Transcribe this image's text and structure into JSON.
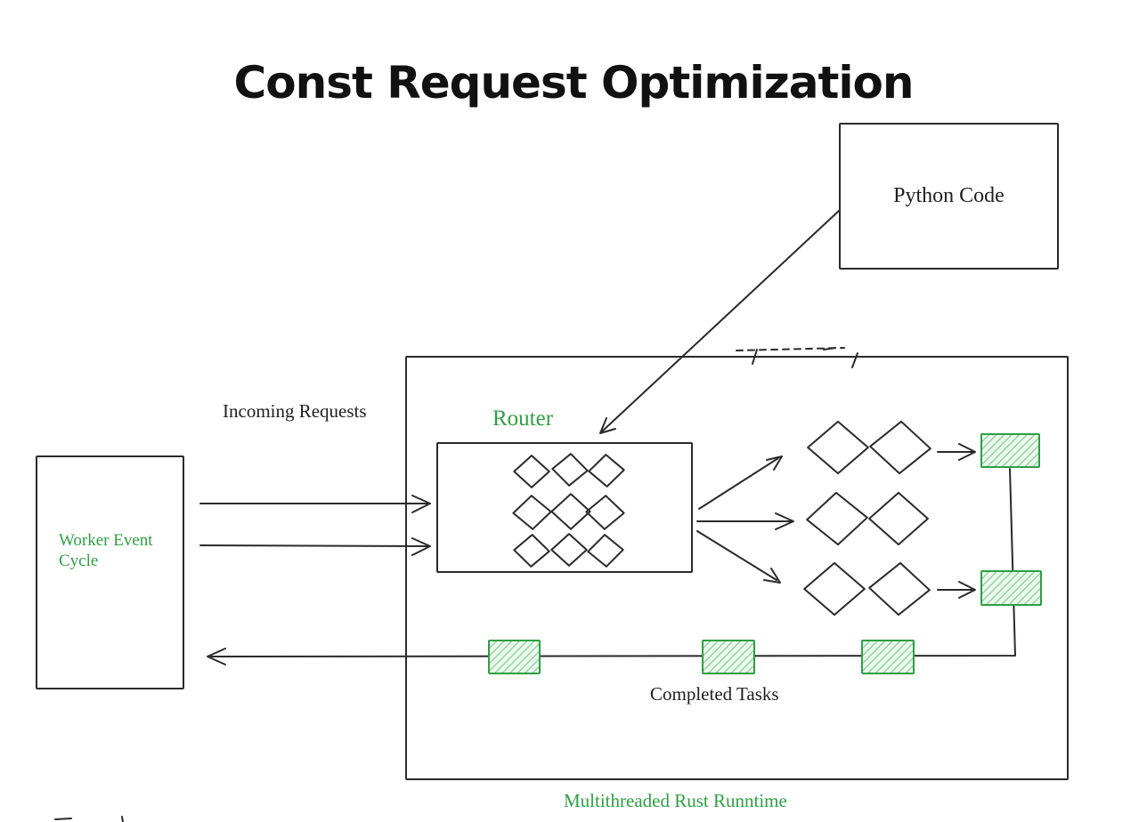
{
  "title": "Const Request Optimization",
  "nodes": {
    "python_box": {
      "label": "Python Code"
    },
    "worker_box": {
      "label": "Worker Event Cycle"
    },
    "router_box": {
      "label": "Router"
    },
    "runtime_box": {
      "caption": "Multithreaded Rust Runntime"
    }
  },
  "labels": {
    "incoming_requests": "Incoming Requests",
    "completed_tasks": "Completed Tasks"
  },
  "colors": {
    "ink": "#2a2a2a",
    "green_stroke": "#2f9e44",
    "green_fill": "#eafaed"
  },
  "shapes": {
    "router_diamond_grid": "3x3",
    "worker_diamond_pairs": 3,
    "task_rects": 5
  }
}
